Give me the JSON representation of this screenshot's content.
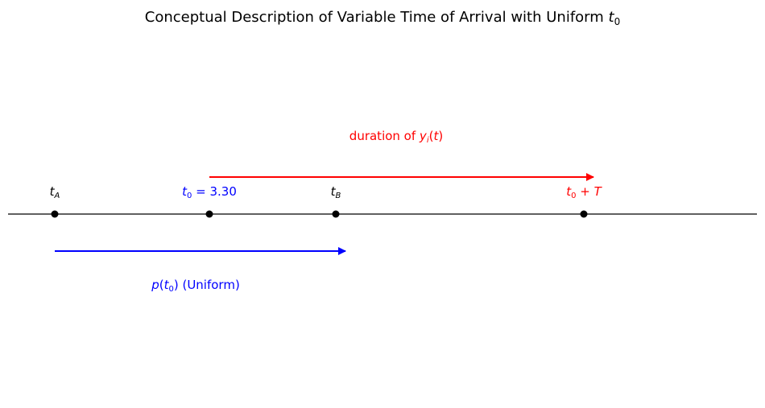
{
  "title": {
    "prefix": "Conceptual Description of Variable Time of Arrival with Uniform ",
    "var": "t",
    "sub": "0"
  },
  "points": {
    "t_A": {
      "var": "t",
      "sub": "A"
    },
    "t_0": {
      "var": "t",
      "sub": "0",
      "eq": " = 3.30"
    },
    "t_B": {
      "var": "t",
      "sub": "B"
    },
    "t_0_plus_T": {
      "var": "t",
      "sub": "0",
      "plus": " + ",
      "T": "T"
    }
  },
  "arrows": {
    "duration": {
      "prefix": "duration of ",
      "var": "y",
      "sub": "i",
      "open": "(",
      "arg": "t",
      "close": ")"
    },
    "uniform": {
      "var": "p",
      "open": "(",
      "inner_var": "t",
      "inner_sub": "0",
      "close": ")",
      "suffix": " (Uniform)"
    }
  },
  "colors": {
    "axis": "#000000",
    "red": "#ff0000",
    "blue": "#0000ff",
    "black": "#000000"
  }
}
